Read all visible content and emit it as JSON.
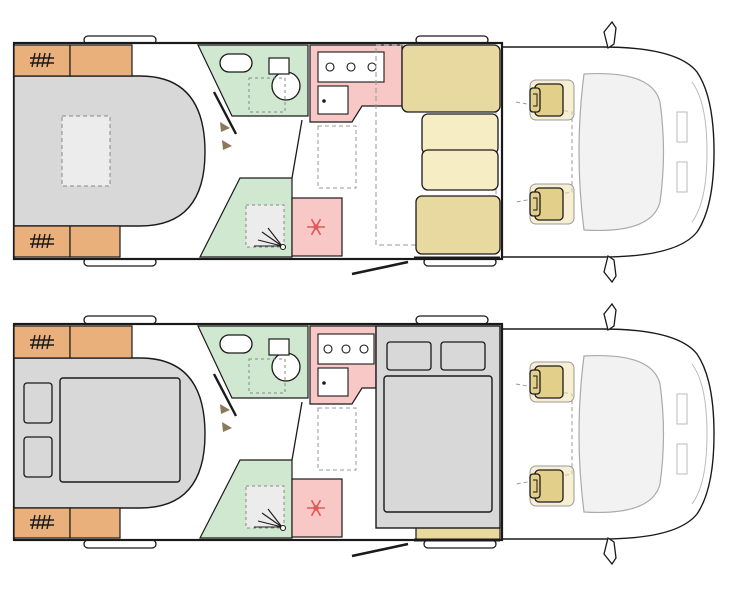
{
  "plans": [
    {
      "id": "plan-top",
      "variant": "dinette-and-island-bed"
    },
    {
      "id": "plan-bottom",
      "variant": "drop-down-bed-and-island-bed"
    }
  ],
  "colors": {
    "outline": "#1a1a1a",
    "floor": "#ffffff",
    "bed": "#d8d8d8",
    "bed_light": "#ececec",
    "storage": "#e9b07c",
    "wet_room": "#cfe8cf",
    "kitchen": "#f7c8c5",
    "seat": "#e8d9a0",
    "seat_light": "#f6edc4",
    "cab_seat": "#e2cf8a",
    "fridge": "#f7c8c5",
    "dashed": "#999999"
  },
  "icons": [
    "snowflake-icon",
    "step-arrow-icon",
    "hatch-icon",
    "wheel-icon",
    "mirror-icon"
  ]
}
